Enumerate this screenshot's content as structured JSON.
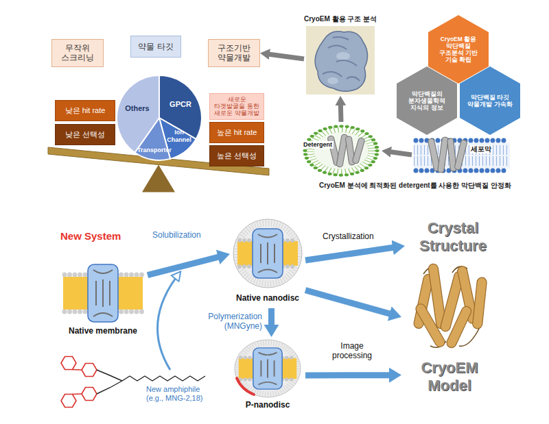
{
  "diagram": {
    "nodes": [
      {
        "text": [
          "무작위 스크리닝"
        ]
      },
      {
        "text": [
          "약물 타깃"
        ]
      },
      {
        "text": [
          "구조기반 약물개발"
        ]
      },
      {
        "text": [
          "CryoEM 활용 구조 분석"
        ]
      },
      {
        "text": [
          "CryoEM 활용 막단백질 구조분석 기반 기술 확립"
        ]
      },
      {
        "text": [
          "막단백질의 분자생물학적 지식의 정보"
        ]
      },
      {
        "text": [
          "막단백질 타깃 약물개발 가속화"
        ]
      },
      {
        "text": [
          "낮은 hit rate"
        ]
      },
      {
        "text": [
          "낮은 선택성"
        ]
      },
      {
        "text": [
          "새로운 타겟발굴을 통한 새로운 약물개발"
        ]
      },
      {
        "text": [
          "높은 hit rate"
        ]
      },
      {
        "text": [
          "높은 선택성"
        ]
      },
      {
        "text": [
          "Detergent"
        ]
      },
      {
        "text": [
          "세포막"
        ]
      },
      {
        "text": [
          "Native membrane"
        ]
      },
      {
        "text": [
          "Native nanodisc"
        ]
      },
      {
        "text": [
          "Crystal Structure"
        ]
      },
      {
        "text": [
          "CryoEM Model"
        ]
      },
      {
        "text": [
          "New amphiphile (e.g., MNG-2,18)"
        ]
      },
      {
        "text": [
          "P-nanodisc"
        ]
      }
    ],
    "edges": [
      {
        "from": 13,
        "to": 12,
        "arrow": "to"
      },
      {
        "from": 12,
        "to": 3,
        "arrow": "to"
      },
      {
        "from": 3,
        "to": 2,
        "arrow": "to"
      },
      {
        "from": 14,
        "to": 15,
        "label": "Solubilization",
        "arrow": "to"
      },
      {
        "from": 15,
        "to": 19,
        "label": "Polymerization (MNGyne)",
        "arrow": "to"
      },
      {
        "from": 15,
        "to": 16,
        "label": "Crystallization",
        "arrow": "to"
      },
      {
        "from": 15,
        "to": 17,
        "arrow": "to"
      },
      {
        "from": 19,
        "to": 17,
        "label": "Image processing",
        "arrow": "to"
      }
    ],
    "labels": [
      "Others",
      "GPCR",
      "Ion Channel",
      "Transporter",
      "CryoEM 분석에 최적화된 detergent를 사용한 막단백질 안정화",
      "New System"
    ]
  }
}
